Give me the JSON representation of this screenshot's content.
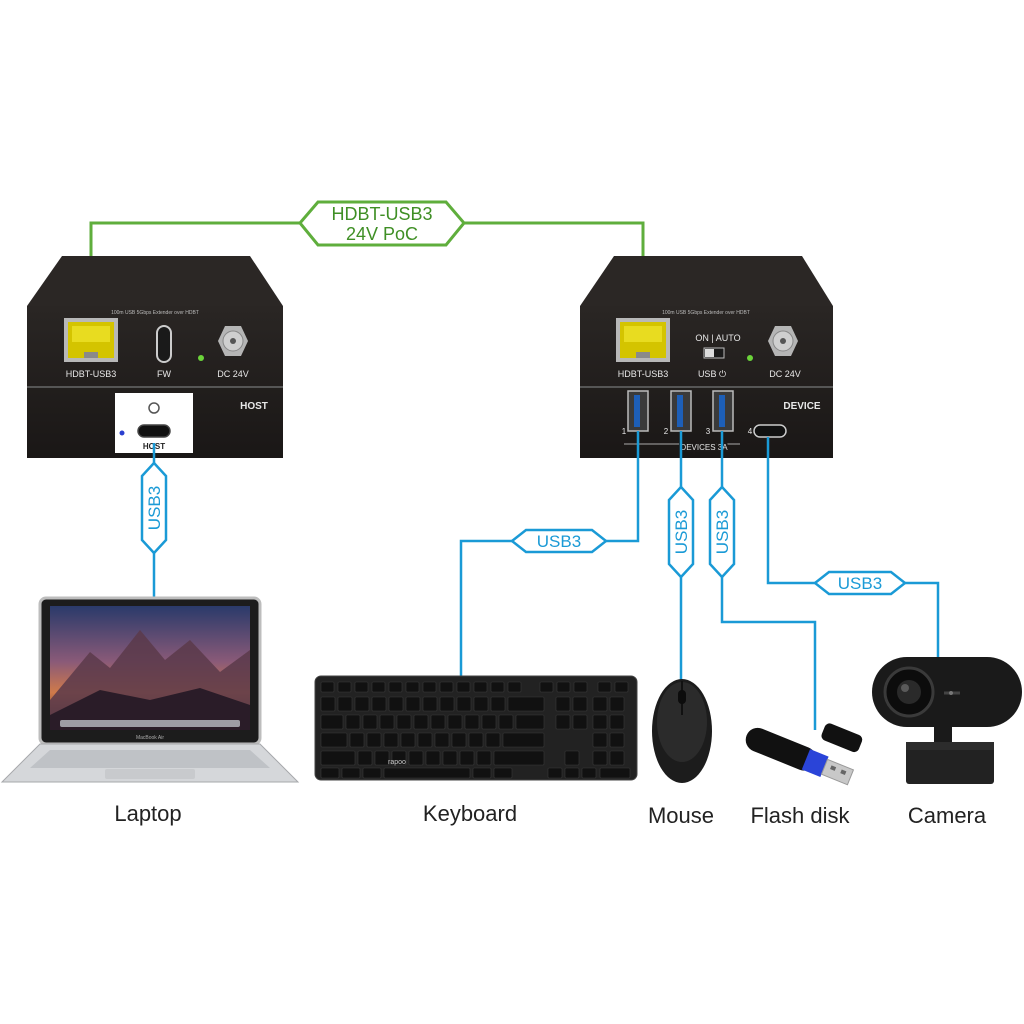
{
  "link": {
    "line1": "HDBT-USB3",
    "line2": "24V PoC",
    "green": "#5fae3c",
    "blue": "#1a9ad6"
  },
  "host_unit": {
    "model_text": "100m USB 5Gbps Extender over HDBT",
    "port_hdbt": "HDBT-USB3",
    "port_fw": "FW",
    "port_dc": "DC 24V",
    "panel_label": "HOST",
    "host_port_label": "HOST"
  },
  "device_unit": {
    "model_text": "100m USB 5Gbps Extender over HDBT",
    "port_hdbt": "HDBT-USB3",
    "switch_label": "ON | AUTO",
    "usb_power_label": "USB ⏻",
    "port_dc": "DC 24V",
    "panel_label": "DEVICE",
    "port_numbers": [
      "1",
      "2",
      "3",
      "4"
    ],
    "devices_label": "DEVICES 3A"
  },
  "cables": {
    "laptop": "USB3",
    "keyboard": "USB3",
    "mouse": "USB3",
    "flash": "USB3",
    "camera": "USB3"
  },
  "devices": {
    "laptop": "Laptop",
    "keyboard": "Keyboard",
    "mouse": "Mouse",
    "flash": "Flash disk",
    "camera": "Camera"
  },
  "laptop_screen_brand": "MacBook Air",
  "keyboard_brand": "rapoo"
}
